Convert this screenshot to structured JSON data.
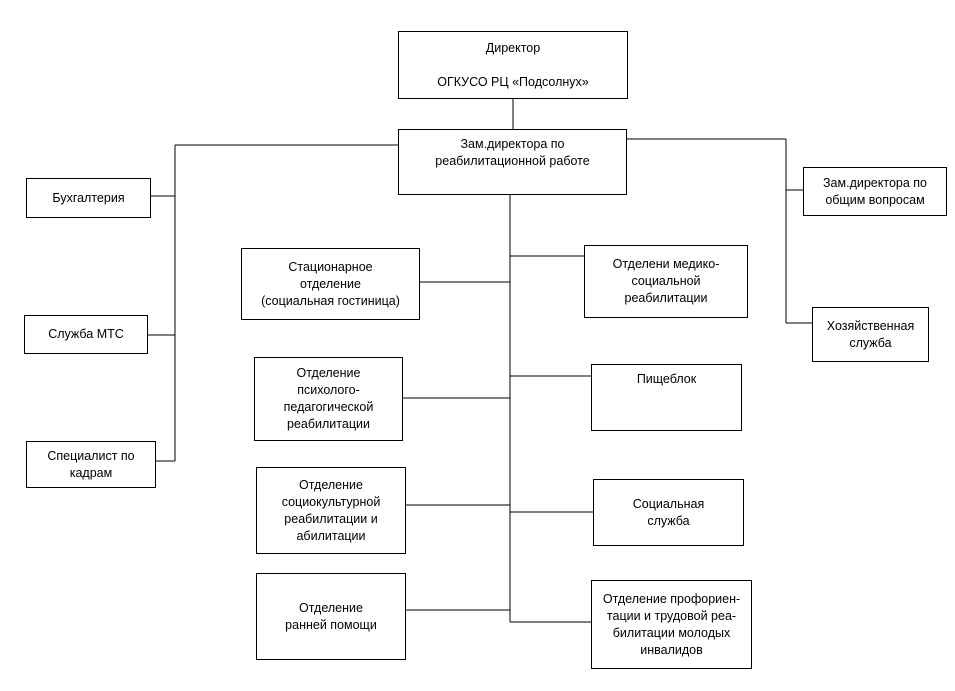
{
  "org_chart": {
    "director": "Директор\n\nОГКУСО РЦ «Подсолнух»",
    "deputy_rehab": "Зам.директора по\nреабилитационной работе",
    "left_units": {
      "accounting": "Бухгалтерия",
      "mts_service": "Служба МТС",
      "hr_specialist": "Специалист по\nкадрам"
    },
    "right_units": {
      "deputy_general": "Зам.директора по\nобщим вопросам",
      "household_service": "Хозяйственная\nслужба"
    },
    "departments_left": {
      "inpatient": "Стационарное\nотделение\n(социальная гостиница)",
      "psych_pedagogical": "Отделение\nпсихолого-\nпедагогической\nреабилитации",
      "sociocultural": "Отделение\nсоциокультурной\nреабилитации и\nабилитации",
      "early_help": "Отделение\nранней помощи"
    },
    "departments_right": {
      "medical_social": "Отделени медико-\nсоциальной\nреабилитации",
      "catering": "Пищеблок",
      "social_service": "Социальная\nслужба",
      "career_guidance": "Отделение профориен-\nтации и трудовой реа-\nбилитации молодых\nинвалидов"
    }
  }
}
